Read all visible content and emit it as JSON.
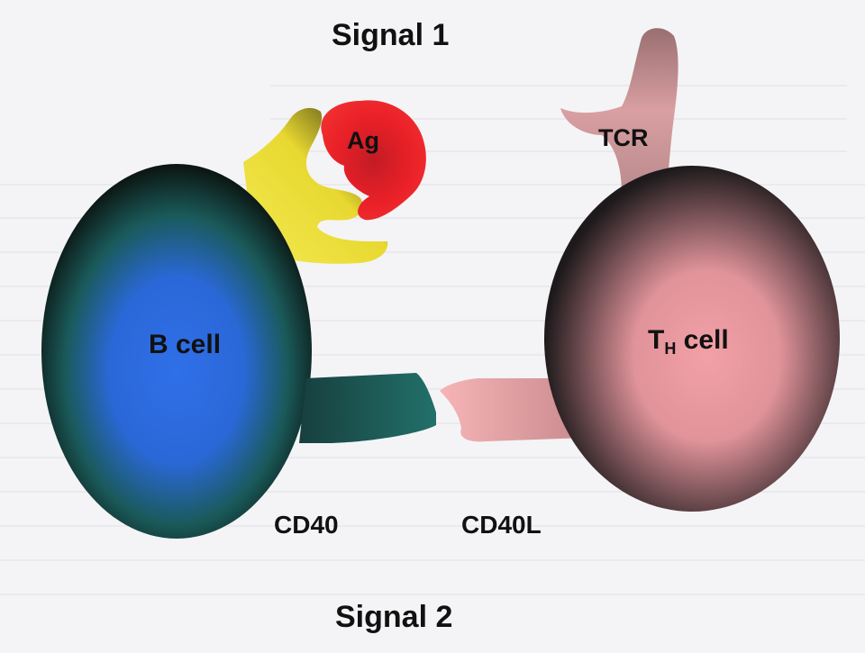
{
  "diagram": {
    "signal_1": "Signal 1",
    "signal_2": "Signal 2",
    "antigen_label": "Ag",
    "tcr_label": "TCR",
    "b_cell_label": "B cell",
    "th_cell_main": "T",
    "th_cell_sub": "H",
    "th_cell_suffix": " cell",
    "cd40_label": "CD40",
    "cd40l_label": "CD40L"
  },
  "colors": {
    "b_cell_center": "#2f6fe8",
    "b_cell_edge": "#0b1410",
    "th_cell_center": "#f2a0a6",
    "th_cell_edge": "#1e1a1c",
    "antigen": "#e8202a",
    "bcr": "#f0e040",
    "cd40": "#1e5f5c",
    "cd40l": "#f0a6a8",
    "tcr": "#c98f92"
  }
}
